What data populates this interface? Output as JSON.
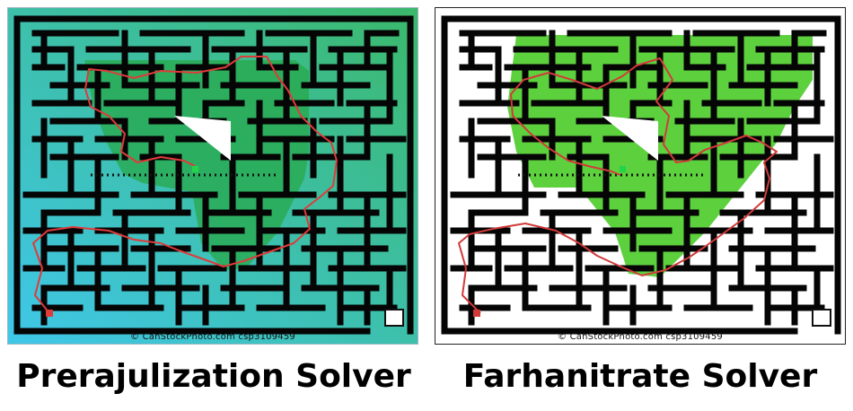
{
  "panels": [
    {
      "id": "left",
      "caption": "Prerajulization Solver",
      "watermark": "© CanStockPhoto.com   csp3109459",
      "background": "gradient",
      "colors": {
        "start": "#3fc7ea",
        "end": "#3bb86a",
        "region": "#27a84a",
        "path": "#e03a3a",
        "walls": "#050505"
      }
    },
    {
      "id": "right",
      "caption": "Farhanitrate Solver",
      "watermark": "© CanStockPhoto.com   csp3109459",
      "background": "white",
      "colors": {
        "start": "#45c4e6",
        "end": "#40c38a",
        "region": "#35c40e",
        "path": "#d23a3a",
        "walls": "#050505"
      }
    }
  ]
}
